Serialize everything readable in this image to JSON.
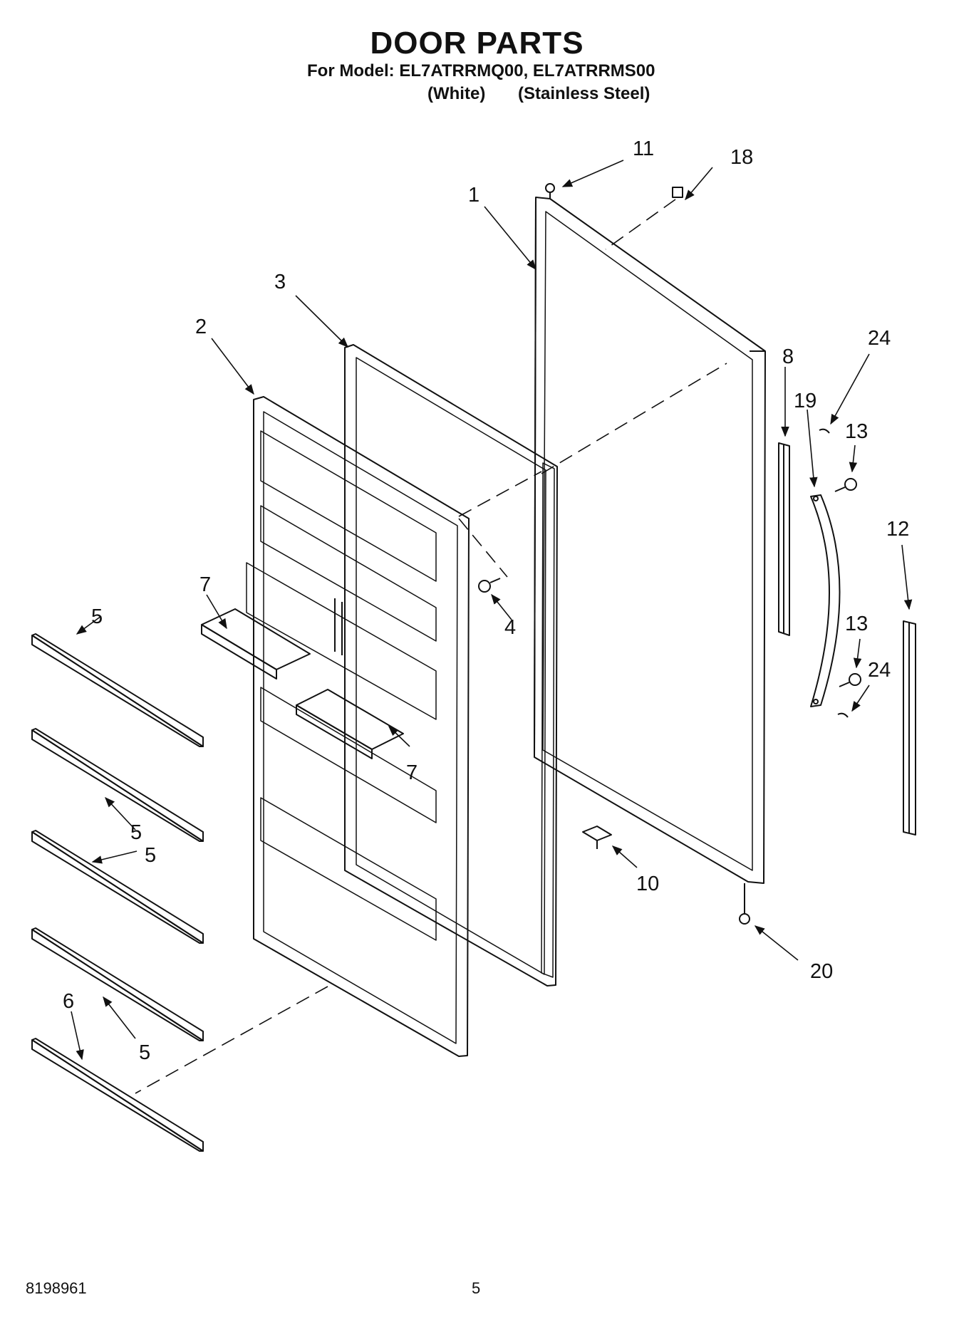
{
  "header": {
    "title": "DOOR PARTS",
    "model_line": "For Model: EL7ATRRMQ00, EL7ATRRMS00",
    "variant_white": "(White)",
    "variant_steel": "(Stainless Steel)"
  },
  "callouts": {
    "p1": "1",
    "p2": "2",
    "p3": "3",
    "p4": "4",
    "p5a": "5",
    "p5b": "5",
    "p5c": "5",
    "p5d": "5",
    "p6": "6",
    "p7a": "7",
    "p7b": "7",
    "p8": "8",
    "p10": "10",
    "p11": "11",
    "p12": "12",
    "p13a": "13",
    "p13b": "13",
    "p18": "18",
    "p19": "19",
    "p20": "20",
    "p24a": "24",
    "p24b": "24"
  },
  "footer": {
    "doc_number": "8198961",
    "page_number": "5"
  }
}
